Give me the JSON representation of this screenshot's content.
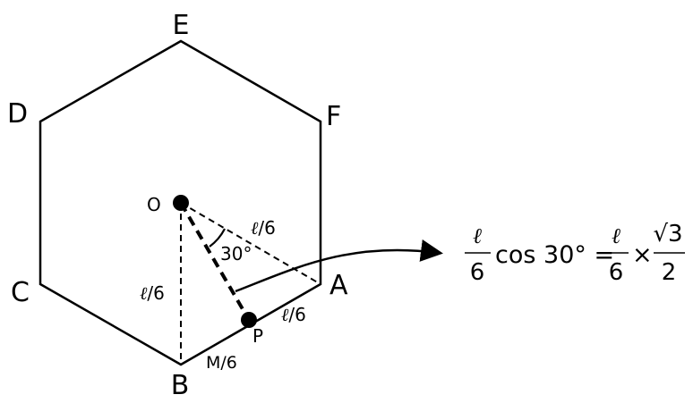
{
  "vertices": {
    "E": "E",
    "D": "D",
    "F": "F",
    "C": "C",
    "A": "A",
    "B": "B"
  },
  "points": {
    "O": "O",
    "P": "P"
  },
  "segment_labels": {
    "oa_ell": "ℓ",
    "oa_rest": "/6",
    "ob_ell": "ℓ",
    "ob_rest": "/6",
    "pa_ell": "ℓ",
    "pa_rest": "/6",
    "bp": "M/6"
  },
  "angle_label": "30°",
  "equation": {
    "frac1_num": "ℓ",
    "frac1_den": "6",
    "cos_term": "cos 30° =",
    "frac2_num": "ℓ",
    "frac2_den": "6",
    "times": "×",
    "frac3_num": "√3",
    "frac3_den": "2"
  }
}
